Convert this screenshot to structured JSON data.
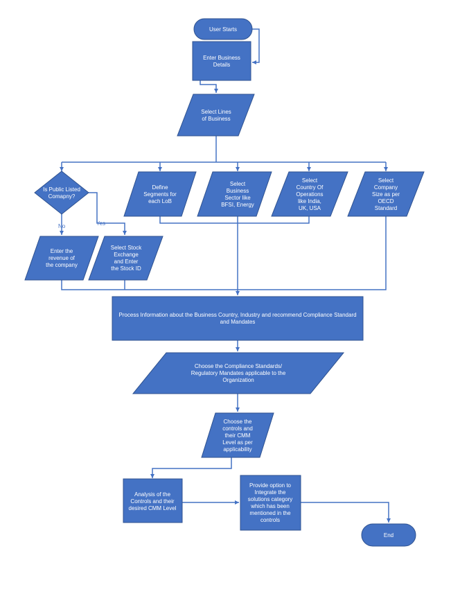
{
  "nodes": {
    "start": [
      "User Starts"
    ],
    "business_details": [
      "Enter Business",
      "Details"
    ],
    "lines_of_business": [
      "Select Lines",
      "of Business"
    ],
    "public_listed": [
      "Is Public Listed",
      "Comapny?"
    ],
    "segments": [
      "Define",
      "Segments for",
      "each LoB"
    ],
    "sector": [
      "Select",
      "Business",
      "Sector like",
      "BFSI, Energy"
    ],
    "country": [
      "Select",
      "Country Of",
      "Operations",
      "like India,",
      "UK, USA"
    ],
    "company_size": [
      "Select",
      "Company",
      "Size as per",
      "OECD",
      "Standard"
    ],
    "revenue": [
      "Enter the",
      "revenue of",
      "the company"
    ],
    "stock": [
      "Select Stock",
      "Exchange",
      "and Enter",
      "the Stock ID"
    ],
    "process": [
      "Process Information about the Business Country, Industry and recommend Compliance Standard",
      "and Mandates"
    ],
    "compliance": [
      "Choose the Compliance Standards/",
      "Regulatory Mandates applicable to the",
      "Organization"
    ],
    "controls": [
      "Choose the",
      "controls and",
      "their CMM",
      "Level as per",
      "applicability"
    ],
    "analysis": [
      "Analysis of the",
      "Controls and their",
      "desired CMM Level"
    ],
    "integrate": [
      "Provide option to",
      "Integrate the",
      "solutions category",
      "which has been",
      "mentioned in the",
      "controls"
    ],
    "end": [
      "End"
    ]
  },
  "edges": {
    "no": "No",
    "yes": "Yes"
  },
  "colors": {
    "fill": "#4472C4",
    "stroke": "#2F528F",
    "text": "#FFFFFF"
  }
}
